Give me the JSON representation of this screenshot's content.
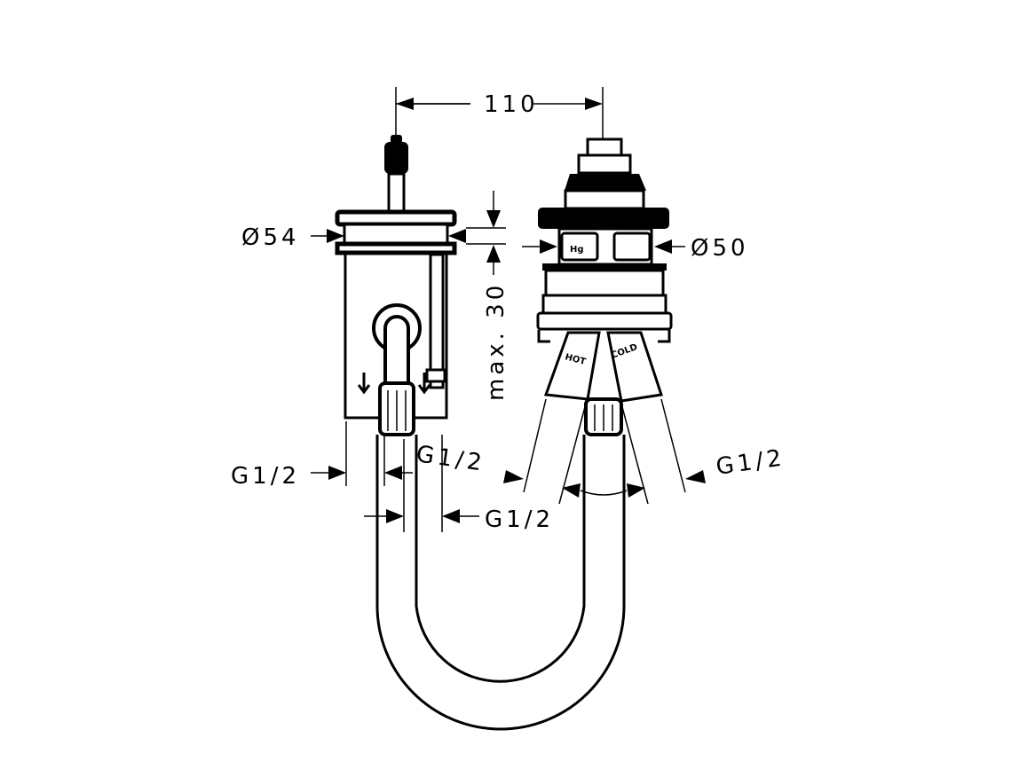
{
  "dimensions": {
    "spacing": "110",
    "left_diameter": "Ø54",
    "right_diameter": "Ø50",
    "max_depth": "max. 30",
    "thread_left_outer": "G1/2",
    "thread_left_inner": "G1/2",
    "thread_center": "G1/2",
    "thread_right": "G1/2"
  },
  "markings": {
    "logo": "Hg",
    "hot": "HOT",
    "cold": "COLD"
  },
  "colors": {
    "line": "#000000",
    "background": "#ffffff"
  }
}
